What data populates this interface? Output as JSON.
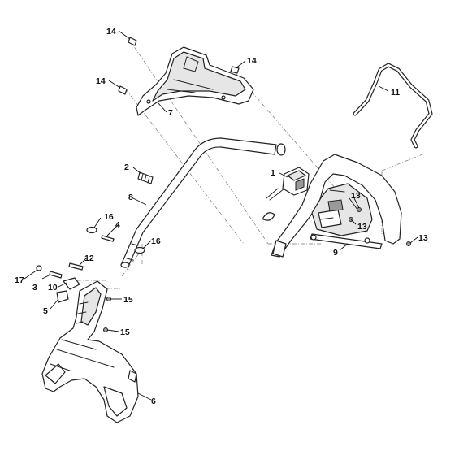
{
  "callouts": {
    "c1": "1",
    "c2": "2",
    "c3": "3",
    "c4": "4",
    "c5": "5",
    "c6": "6",
    "c7": "7",
    "c8": "8",
    "c9": "9",
    "c10": "10",
    "c11": "11",
    "c12": "12",
    "c13a": "13",
    "c13b": "13",
    "c13c": "13",
    "c14a": "14",
    "c14b": "14",
    "c14c": "14",
    "c15a": "15",
    "c15b": "15",
    "c16a": "16",
    "c16b": "16",
    "c17": "17"
  },
  "colors": {
    "line": "#222222",
    "fill": "#ffffff",
    "shade": "#e6e6e6",
    "dash": "#777777"
  }
}
